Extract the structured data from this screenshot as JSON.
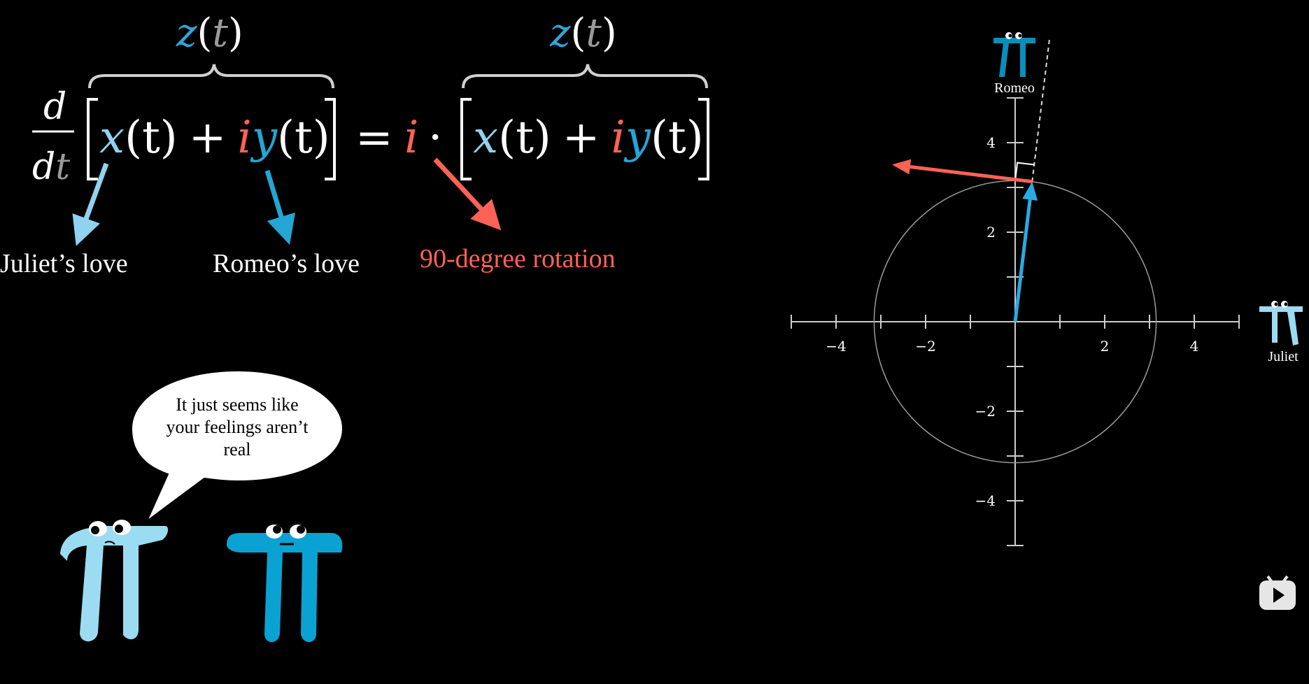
{
  "colors": {
    "background": "#000000",
    "x_blue": "#8fd3f0",
    "y_blue": "#23a6d4",
    "i_red": "#fc6255",
    "t_gray": "#9a9a9a",
    "axis": "#cccccc",
    "circle": "#9a9a9a",
    "juliet_pi": "#9cdcf3",
    "romeo_pi": "#0aa2d2"
  },
  "equation": {
    "lhs_num": "d",
    "lhs_den_d": "d",
    "lhs_den_t": "t",
    "lhs_inner_x": "x",
    "lhs_inner_paren_t1": "(t)",
    "lhs_plus": "+",
    "lhs_inner_i": "i",
    "lhs_inner_y": "y",
    "lhs_inner_paren_t2": "(t)",
    "equals": "=",
    "rhs_i": "i",
    "rhs_dot": "·",
    "rhs_inner_x": "x",
    "rhs_inner_paren_t1": "(t)",
    "rhs_plus": "+",
    "rhs_inner_i": "i",
    "rhs_inner_y": "y",
    "rhs_inner_paren_t2": "(t)",
    "brace_z": "z",
    "brace_open": "(",
    "brace_t": "t",
    "brace_close": ")"
  },
  "annotations": {
    "juliet_love": "Juliet’s love",
    "romeo_love": "Romeo’s love",
    "rotation": "90-degree rotation"
  },
  "speech_bubble": {
    "lines": [
      "It just seems like",
      "your feelings aren’t",
      "real"
    ]
  },
  "plot": {
    "x_axis_label": "Juliet",
    "y_axis_label": "Romeo",
    "x_ticks": [
      "−4",
      "−2",
      "2",
      "4"
    ],
    "y_ticks": [
      "4",
      "2",
      "−2",
      "−4"
    ],
    "range": [
      -5,
      5
    ],
    "circle_radius": 3.15,
    "state_vector": [
      0.38,
      3.13
    ],
    "derivative_vector": [
      -3.13,
      0.38
    ]
  },
  "icons": {
    "play": "play-icon"
  }
}
